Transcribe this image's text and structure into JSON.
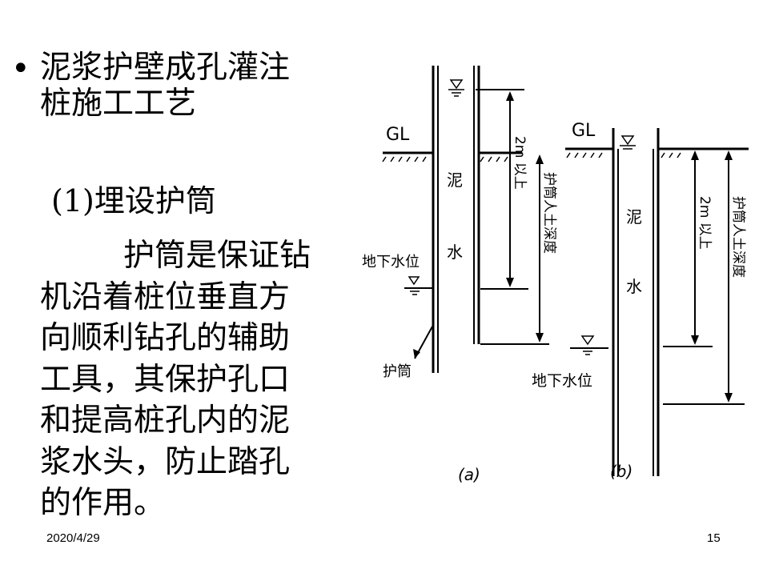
{
  "slide": {
    "title_line1": "泥浆护壁成孔灌注",
    "title_line2": "桩施工工艺",
    "subtitle": "(1)埋设护筒",
    "body": [
      "护筒是保证钻",
      "机沿着桩位垂直方",
      "向顺利钻孔的辅助",
      "工具，其保护孔口",
      "和提高桩孔内的泥",
      "浆水头，防止踏孔",
      "的作用。"
    ],
    "date": "2020/4/29",
    "page": "15"
  },
  "figure": {
    "gl": "GL",
    "mud_top": "泥",
    "mud_bottom": "水",
    "groundwater": "地下水位",
    "casing": "护筒",
    "dim_2m": "2m 以上",
    "dim_depth": "护筒人土深度",
    "caption_a": "(a)",
    "caption_b": "(b)"
  }
}
